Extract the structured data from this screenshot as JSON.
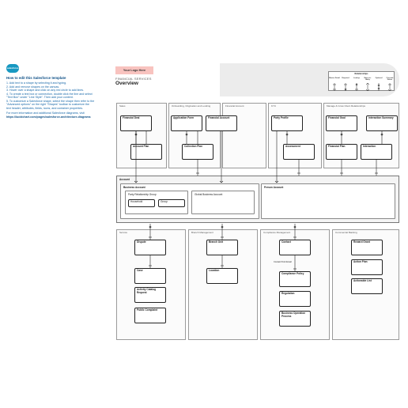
{
  "logo": {
    "text": "salesforce"
  },
  "instructions": {
    "title": "How to edit this Salesforce template",
    "lines": [
      "1. Add text to a shape by selecting it and typing.",
      "2. Add and remove shapes on the canvas.",
      "3. Hover over a shape and click on any red circle to add lines.",
      "4. To create a text box or connection, double click the line and select",
      "   \"Text Box\" under \"Line Style\". Then add your content.",
      "5. To customize a Salesforce shape, select the shape then refer to the",
      "   \"Advanced options\" on the right \"Shapes\" toolbar to customize the",
      "   text header, attributes, fields, icons, and container properties."
    ],
    "more": "For more information and additional Salesforce diagrams, visit",
    "link": "https://lucidchart.com/pages/salesforce-architecture-diagrams"
  },
  "header": {
    "logo_placeholder": "Your Logo Here",
    "subtitle": "FINANCIAL SERVICES",
    "title": "Overview"
  },
  "legend": {
    "title": "Relationships",
    "columns": [
      "Master-Detail",
      "Required",
      "Lookup",
      "Many-to-Many",
      "Optional",
      "Cascade Delete"
    ]
  },
  "sections": {
    "sales": "Sales",
    "onboarding": "Onboarding, Origination and Lending",
    "financial_account": "Financial Account",
    "kyc": "KYC",
    "manage_grow": "Manage & Grow Client Relationships",
    "service": "Service",
    "branch": "Branch Management",
    "compliance": "Compliance Management",
    "comm_mgmt": "Commercial Banking"
  },
  "entities": {
    "financial_deal": "Financial Deal",
    "account_plan": "Account Plan",
    "application_form": "Application Form",
    "collection_plan": "Collection Plan",
    "financial_account": "Financial Account",
    "party_profile": "Party Profile",
    "assessment": "Assessment",
    "financial_goal": "Financial Goal",
    "interaction_summary": "Interaction Summary",
    "financial_plan": "Financial Plan",
    "interaction": "Interaction",
    "dispute": "Dispute",
    "case": "Case",
    "activity_catalog": "Activity Catalog Request",
    "public_complaint": "Public Complaint",
    "branch_unit": "Branch Unit",
    "location": "Location",
    "contact": "Contact",
    "compliance_policy": "Compliance Policy",
    "regulation": "Regulation",
    "business_operation": "Business Operation Process",
    "reward_grant": "Reward Grant",
    "action_plan": "Action Plan",
    "actionable_list": "Actionable List"
  },
  "account_block": {
    "label": "Account",
    "business_account": "Business Account",
    "person_account": "Person Account",
    "party_relationship_group": "Party Relationship Group",
    "household": "Household",
    "group": "Group",
    "global_business_account": "Global Business Account"
  },
  "connector_labels": {
    "contact_point": "Contact Point Email"
  }
}
